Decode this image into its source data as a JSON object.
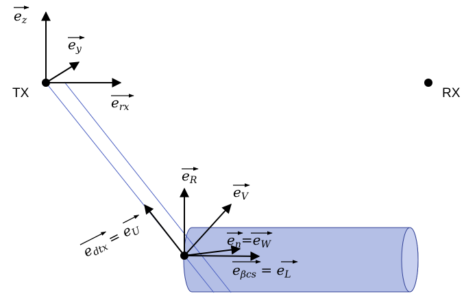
{
  "nodes": {
    "tx": "TX",
    "rx": "RX"
  },
  "vectors": {
    "e_z": {
      "base": "e",
      "sub": "z"
    },
    "e_y": {
      "base": "e",
      "sub": "y"
    },
    "e_rx": {
      "base": "e",
      "sub": "rx"
    },
    "e_R": {
      "base": "e",
      "sub": "R"
    },
    "e_V": {
      "base": "e",
      "sub": "V"
    },
    "e_n_w": {
      "base1": "e",
      "sub1": "n",
      "eq": "=",
      "base2": "e",
      "sub2": "W"
    },
    "e_beta_L": {
      "base1": "e",
      "sub1": "βcs",
      "eq": " = ",
      "base2": "e",
      "sub2": "L"
    },
    "e_dtx_U": {
      "base1": "e",
      "sub1": "dtx",
      "eq": " = ",
      "base2": "e",
      "sub2": "U"
    }
  },
  "colors": {
    "cylinder_fill": "#b4bfe6",
    "cylinder_stroke": "#2f3f95",
    "beam": "#4a5fc1"
  }
}
